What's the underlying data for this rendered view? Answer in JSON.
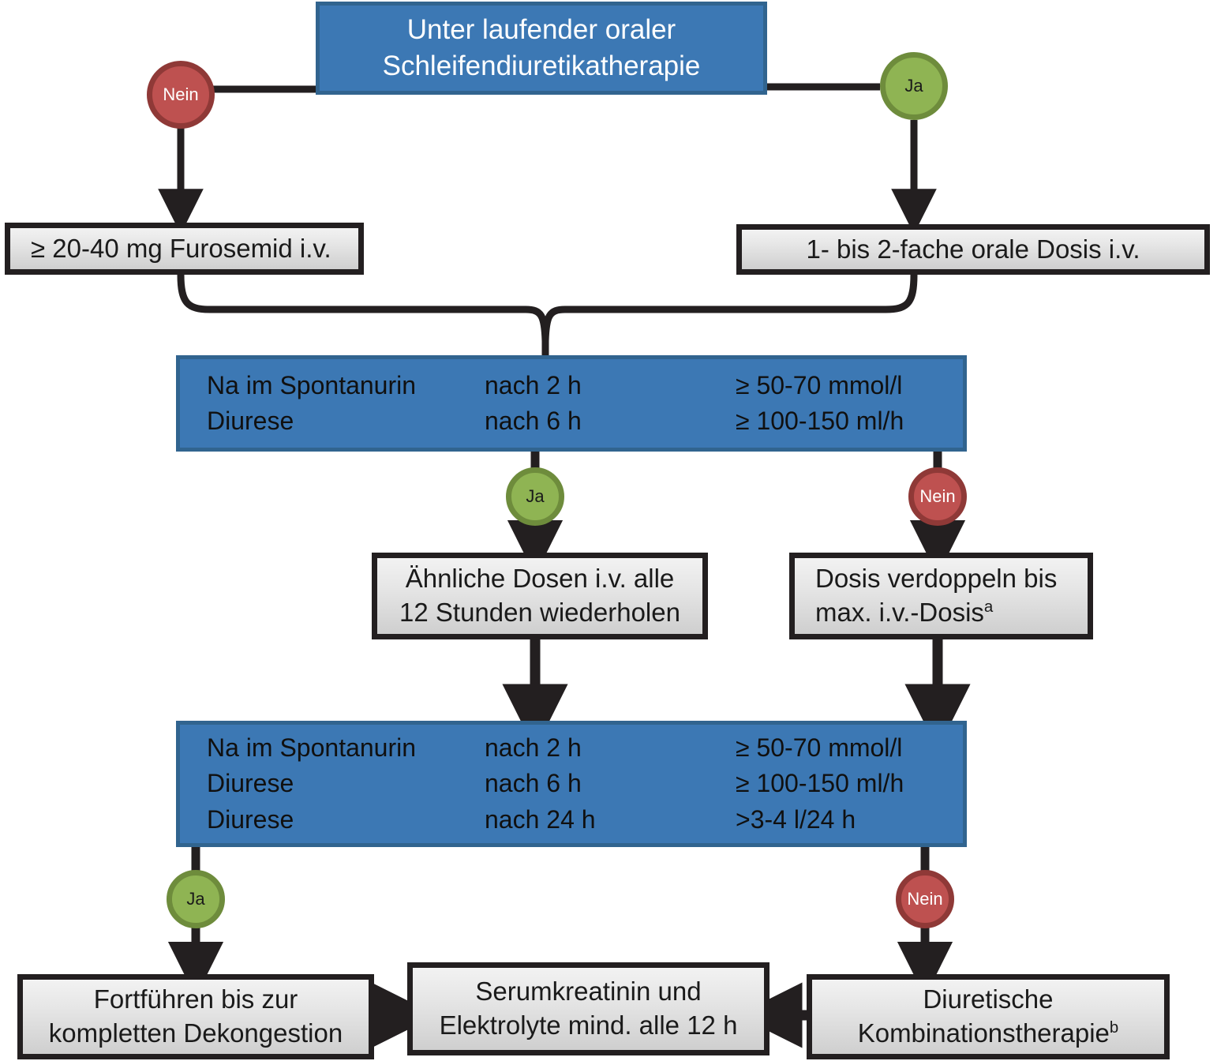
{
  "diagram": {
    "title_box": {
      "line1": "Unter laufender oraler",
      "line2": "Schleifendiuretikatherapie"
    },
    "decisions": {
      "top_nein": "Nein",
      "top_ja": "Ja",
      "mid_ja": "Ja",
      "mid_nein": "Nein",
      "bottom_ja": "Ja",
      "bottom_nein": "Nein"
    },
    "boxes": {
      "furosemid": "≥ 20-40 mg Furosemid i.v.",
      "orale_dosis": "1- bis 2-fache orale Dosis i.v.",
      "aehnliche_dosen_l1": "Ähnliche Dosen i.v. alle",
      "aehnliche_dosen_l2": "12 Stunden wiederholen",
      "dosis_verdoppeln_l1": "Dosis verdoppeln bis",
      "dosis_verdoppeln_l2": "max. i.v.-Dosis",
      "dosis_verdoppeln_sup": "a",
      "fortfuehren_l1": "Fortführen bis zur",
      "fortfuehren_l2": "kompletten Dekongestion",
      "serumkreatinin_l1": "Serumkreatinin und",
      "serumkreatinin_l2": "Elektrolyte mind. alle 12 h",
      "kombinationstherapie_l1": "Diuretische",
      "kombinationstherapie_l2": "Kombinationstherapie",
      "kombinationstherapie_sup": "b"
    },
    "criteria_1": {
      "rows": [
        {
          "param": "Na im Spontanurin",
          "time": "nach 2 h",
          "target": "≥ 50-70 mmol/l"
        },
        {
          "param": "Diurese",
          "time": "nach 6 h",
          "target": "≥ 100-150 ml/h"
        }
      ]
    },
    "criteria_2": {
      "rows": [
        {
          "param": "Na im Spontanurin",
          "time": "nach 2 h",
          "target": "≥ 50-70 mmol/l"
        },
        {
          "param": "Diurese",
          "time": "nach 6 h",
          "target": "≥ 100-150 ml/h"
        },
        {
          "param": "Diurese",
          "time": "nach 24 h",
          "target": ">3-4 l/24 h"
        }
      ]
    },
    "colors": {
      "blue_fill": "#3C78B4",
      "blue_border": "#31648F",
      "gray_border": "#231f20",
      "red_fill": "#BE5150",
      "red_border": "#8F3937",
      "green_fill": "#8FB453",
      "green_border": "#6E8C3C",
      "connector": "#231f20"
    }
  }
}
